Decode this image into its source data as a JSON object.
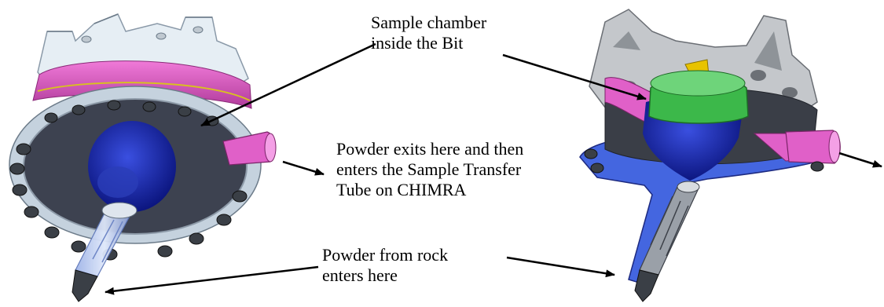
{
  "figure": {
    "callouts": {
      "sample_chamber": {
        "line1": "Sample chamber",
        "line2": "inside the Bit"
      },
      "powder_exit": {
        "line1": "Powder exits here and then",
        "line2": "enters the Sample Transfer",
        "line3": "Tube on CHIMRA"
      },
      "powder_entry": {
        "line1": "Powder from rock",
        "line2": "enters here"
      }
    },
    "colors": {
      "housing_clear": "#e6eef4",
      "chamber_pink": "#e060c8",
      "cone_blue": "#1f2fb8",
      "body_blue": "#4466e0",
      "cup_green": "#3cb84a",
      "bolt_gray": "#3a3f46",
      "frame_gray": "#b9bcc0",
      "yellow_part": "#e8c300"
    }
  }
}
